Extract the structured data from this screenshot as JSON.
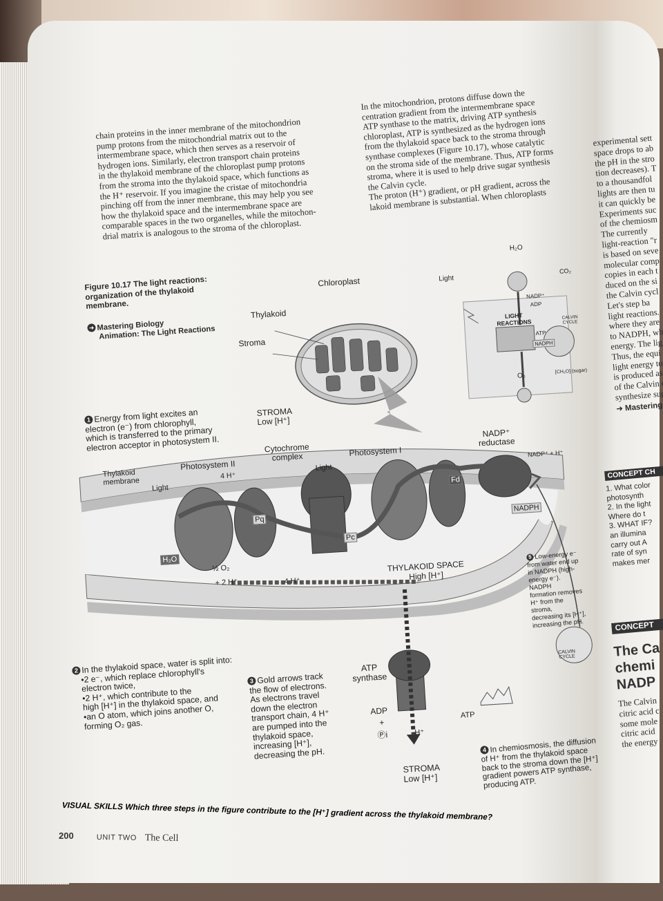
{
  "column_left": {
    "lines": [
      "chain proteins in the inner membrane of the mitochondrion",
      "pump protons from the mitochondrial matrix out to the",
      "intermembrane space, which then serves as a reservoir of",
      "hydrogen ions. Similarly, electron transport chain proteins",
      "in the thylakoid membrane of the chloroplast pump protons",
      "from the stroma into the thylakoid space, which functions as",
      "the H⁺ reservoir. If you imagine the cristae of mitochondria",
      "pinching off from the inner membrane, this may help you see",
      "how the thylakoid space and the intermembrane space are",
      "comparable spaces in the two organelles, while the mitochon-",
      "drial matrix is analogous to the stroma of the chloroplast."
    ]
  },
  "column_right": {
    "lines": [
      "In the mitochondrion, protons diffuse down the",
      "centration gradient from the intermembrane space",
      "ATP synthase to the matrix, driving ATP synthesis",
      "chloroplast, ATP is synthesized as the hydrogen ions",
      "from the thylakoid space back to the stroma through",
      "synthase complexes (Figure 10.17), whose catalytic",
      "on the stroma side of the membrane. Thus, ATP forms",
      "stroma, where it is used to help drive sugar synthesis",
      "the Calvin cycle.",
      "The proton (H⁺) gradient, or pH gradient, across the",
      "lakoid membrane is substantial. When chloroplasts"
    ]
  },
  "side_column": {
    "lines": [
      "experimental sett",
      "space drops to ab",
      "the pH in the stro",
      "tion decreases). T",
      "to a thousandfol",
      "lights are then tu",
      "it can quickly be",
      "Experiments suc",
      "of the chemiosm",
      "The currently",
      "light-reaction \"r",
      "is based on seve",
      "molecular comp",
      "copies in each t",
      "duced on the si",
      "the Calvin cycl",
      "Let's step ba",
      "light reactions.",
      "where they are",
      "to NADPH, wh",
      "energy. The lig",
      "Thus, the equi",
      "light energy to",
      "is produced as",
      "of the Calvin c",
      "synthesize sug"
    ],
    "mastering": "Mastering",
    "concept_check_head": "CONCEPT CH",
    "check_items": [
      "1. What color",
      "photosynth",
      "2. In the light",
      "Where do t",
      "3. WHAT IF?",
      "an illumina",
      "carry out A",
      "rate of syn",
      "makes mer"
    ],
    "concept_head": "CONCEPT",
    "concept_title_lines": [
      "The Ca",
      "chemi",
      "NADP"
    ],
    "bottom_lines": [
      "The Calvin",
      "citric acid c",
      "some mole",
      "citric acid",
      "the energy"
    ]
  },
  "figure": {
    "caption_title": "Figure 10.17 The light reactions: organization of the thylakoid membrane.",
    "caption_line1": "Figure 10.17 The light reactions:",
    "caption_line2": "organization of the thylakoid",
    "caption_line3": "membrane.",
    "mastering_line1": "Mastering Biology",
    "mastering_line2": "Animation: The Light Reactions",
    "labels": {
      "chloroplast": "Chloroplast",
      "thylakoid": "Thylakoid",
      "stroma": "Stroma",
      "light_top": "Light",
      "h2o_top": "H₂O",
      "co2": "CO₂",
      "nadp_plus": "NADP⁺",
      "adp": "ADP",
      "light_reactions": "LIGHT REACTIONS",
      "calvin_cycle": "CALVIN CYCLE",
      "atp": "ATP",
      "nadph": "NADPH",
      "o2": "O₂",
      "sugar": "[CH₂O] (sugar)",
      "stroma_low_1": "STROMA",
      "stroma_low_2": "Low [H⁺]",
      "thylakoid_membrane_1": "Thylakoid",
      "thylakoid_membrane_2": "membrane",
      "photosystem_ii": "Photosystem II",
      "four_h": "4 H⁺",
      "cytochrome_1": "Cytochrome",
      "cytochrome_2": "complex",
      "photosystem_i": "Photosystem I",
      "nadp_reductase_1": "NADP⁺",
      "nadp_reductase_2": "reductase",
      "light_1": "Light",
      "light_2": "Light",
      "fd": "Fd",
      "pq": "Pq",
      "pc": "Pc",
      "nadp_h": "NADP⁺ + H⁺",
      "nadph_box": "NADPH",
      "h2o": "H₂O",
      "half_o2": "½ O₂",
      "two_h": "+ 2 H⁺",
      "four_h_space": "4 H⁺",
      "thylakoid_space_1": "THYLAKOID SPACE",
      "thylakoid_space_2": "High [H⁺]",
      "atp_synthase_1": "ATP",
      "atp_synthase_2": "synthase",
      "adp_bottom": "ADP",
      "plus": "+",
      "pi": "Ⓟi",
      "h_plus": "H⁺",
      "atp_bottom": "ATP",
      "calvin_bottom": "CALVIN CYCLE",
      "stroma_bottom_1": "STROMA",
      "stroma_bottom_2": "Low [H⁺]"
    },
    "step1": {
      "num": "1",
      "lines": [
        "Energy from light excites an",
        "electron (e⁻) from chlorophyll,",
        "which is transferred to the primary",
        "electron acceptor in photosystem II."
      ]
    },
    "step2": {
      "num": "2",
      "head": "In the thylakoid space, water is split into:",
      "bullets": [
        "•2 e⁻, which replace chlorophyll's",
        "electron twice,",
        "•2 H⁺, which contribute to the",
        "high [H⁺] in the thylakoid space, and",
        "•an O atom, which joins another O,",
        "forming O₂ gas."
      ]
    },
    "step3": {
      "num": "3",
      "lines": [
        "Gold arrows track",
        "the flow of electrons.",
        "As electrons travel",
        "down the electron",
        "transport chain, 4 H⁺",
        "are pumped into the",
        "thylakoid space,",
        "increasing [H⁺],",
        "decreasing the pH."
      ]
    },
    "step4": {
      "num": "4",
      "lines": [
        "In chemiosmosis, the diffusion",
        "of H⁺ from the thylakoid space",
        "back to the stroma down the [H⁺]",
        "gradient powers ATP synthase,",
        "producing ATP."
      ]
    },
    "step5": {
      "num": "5",
      "lines": [
        "Low-energy e⁻",
        "from water end up",
        "in NADPH (high-",
        "energy e⁻). NADPH",
        "formation removes",
        "H⁺ from the stroma,",
        "decreasing its [H⁺],",
        "increasing the pH."
      ]
    },
    "visual_skills": "VISUAL SKILLS Which three steps in the figure contribute to the [H⁺] gradient across the thylakoid membrane?"
  },
  "footer": {
    "page_number": "200",
    "unit": "UNIT TWO",
    "unit_title": "The Cell"
  }
}
